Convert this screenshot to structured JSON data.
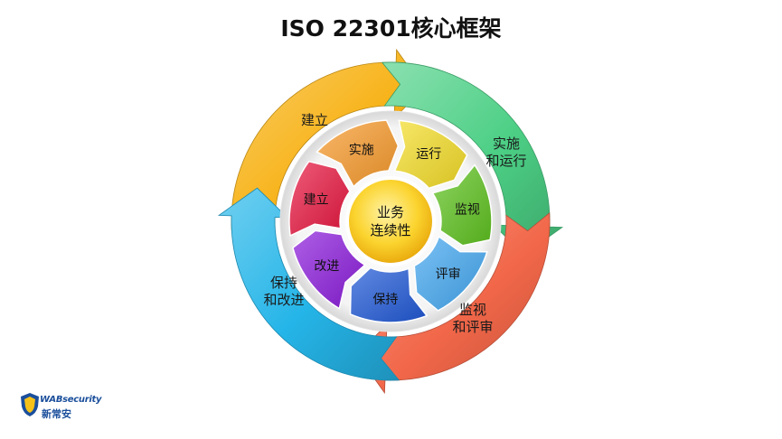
{
  "title": "ISO 22301核心框架",
  "outer_ring": [
    {
      "label": "建立",
      "color": "#f7b319"
    },
    {
      "label": "实施\n和运行",
      "color": "#4ccf85"
    },
    {
      "label": "监视\n和评审",
      "color": "#f26749"
    },
    {
      "label": "保持\n和改进",
      "color": "#25b5e8"
    }
  ],
  "inner_ring": [
    {
      "label": "实施",
      "color": "#f89a2b"
    },
    {
      "label": "运行",
      "color": "#f4dc27"
    },
    {
      "label": "监视",
      "color": "#5ec21f"
    },
    {
      "label": "评审",
      "color": "#42a7f0"
    },
    {
      "label": "保持",
      "color": "#1f58d6"
    },
    {
      "label": "改进",
      "color": "#8b1bdb"
    },
    {
      "label": "建立",
      "color": "#e8163f"
    }
  ],
  "center": {
    "line1": "业务",
    "line2": "连续性",
    "color": "#f9c11e"
  },
  "logo": {
    "brand": "WABsecurity",
    "cn": "新常安"
  }
}
